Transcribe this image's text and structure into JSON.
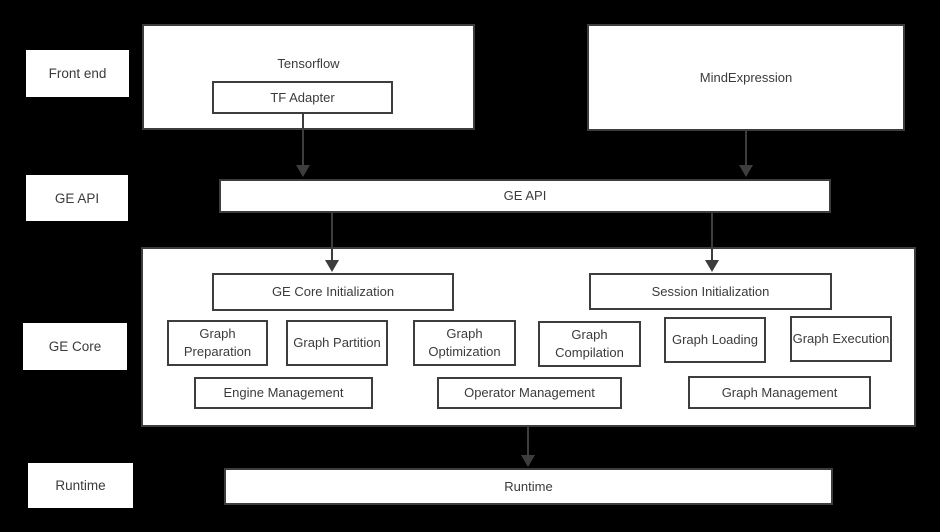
{
  "diagram": {
    "layer_labels": [
      "Front end",
      "GE API",
      "GE Core",
      "Runtime"
    ],
    "front_end": {
      "tensorflow_label": "Tensorflow",
      "tf_adapter_label": "TF Adapter",
      "mindexpression_label": "MindExpression"
    },
    "ge_api_label": "GE API",
    "ge_core": {
      "ge_core_init_label": "GE Core Initialization",
      "session_init_label": "Session Initialization",
      "function_boxes": [
        "Graph Preparation",
        "Graph Partition",
        "Graph Optimization",
        "Graph Compilation",
        "Graph Loading",
        "Graph Execution"
      ],
      "management_boxes": [
        "Engine Management",
        "Operator Management",
        "Graph Management"
      ]
    },
    "runtime_label": "Runtime",
    "colors": {
      "background": "#000000",
      "box_background": "#ffffff",
      "border": "#3d3d3d",
      "text": "#3b3b3b",
      "arrow": "#3d3d3d"
    }
  }
}
